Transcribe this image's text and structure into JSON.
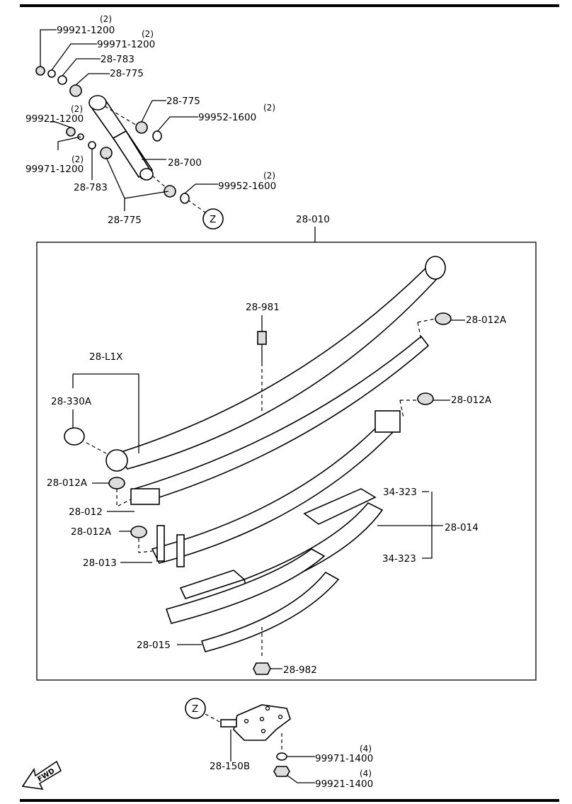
{
  "diagram": {
    "qty_2": "(2)",
    "qty_4": "(4)",
    "ref_z": "Z",
    "fwd": "FWD",
    "shock": {
      "nut_upper": "99921-1200",
      "washer_upper": "99971-1200",
      "bushing_washer_upper": "28-783",
      "bushing_upper": "28-775",
      "bushing_right_upper": "28-775",
      "spacer_upper": "99952-1600",
      "nut_lower": "99921-1200",
      "absorber": "28-700",
      "washer_lower": "99971-1200",
      "bushing_washer_lower": "28-783",
      "spacer_lower": "99952-1600",
      "bushing_lower": "28-775"
    },
    "spring": {
      "assembly": "28-010",
      "center_bolt": "28-981",
      "clip_1": "28-012A",
      "leaf_kit": "28-L1X",
      "bushing": "28-330A",
      "clip_2": "28-012A",
      "clip_3": "28-012A",
      "leaf_2": "28-012",
      "insert_upper": "34-323",
      "leaf_4": "28-014",
      "clip_4": "28-012A",
      "leaf_3": "28-013",
      "insert_lower": "34-323",
      "leaf_5": "28-015",
      "center_nut": "28-982"
    },
    "plate": {
      "bracket": "28-150B",
      "washer": "99971-1400",
      "nut": "99921-1400"
    }
  }
}
